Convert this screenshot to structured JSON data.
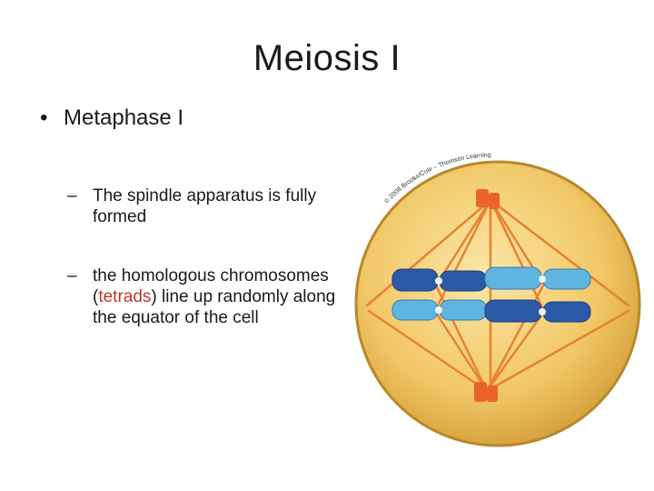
{
  "slide": {
    "title": "Meiosis I",
    "bullet": "Metaphase I",
    "bullet_marker": "•",
    "sub_marker": "–",
    "sub_items": [
      {
        "text": "The spindle apparatus is fully formed"
      },
      {
        "pre": "the homologous chromosomes (",
        "highlight": "tetrads",
        "post": ") line up randomly along the equator of the cell"
      }
    ],
    "highlight_color": "#c0392b"
  },
  "figure": {
    "credit": "© 2008 Brooks/Cole – Thomson Learning",
    "colors": {
      "cell_fill": "#f1c766",
      "cell_rim": "#b8882c",
      "spindle": "#e8822f",
      "chromosome_dark": "#2a5aa8",
      "chromosome_light": "#5fb4e0",
      "centriole": "#e9632b"
    }
  }
}
